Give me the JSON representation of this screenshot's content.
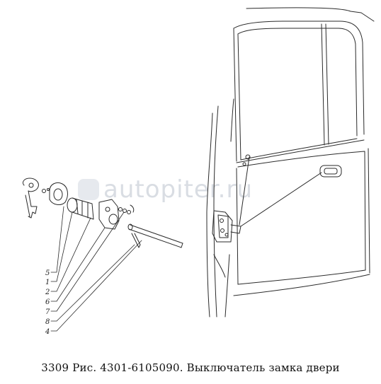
{
  "caption": "3309 Рис. 4301-6105090. Выключатель замка двери",
  "watermark": "autopiter.ru",
  "callouts": [
    {
      "id": "c5",
      "label": "5"
    },
    {
      "id": "c1",
      "label": "1"
    },
    {
      "id": "c2",
      "label": "2"
    },
    {
      "id": "c6",
      "label": "6"
    },
    {
      "id": "c7",
      "label": "7"
    },
    {
      "id": "c8",
      "label": "8"
    },
    {
      "id": "c4",
      "label": "4"
    }
  ],
  "colors": {
    "line": "#2a2a2a",
    "caption": "#111111",
    "watermark": "#d9dde3"
  }
}
